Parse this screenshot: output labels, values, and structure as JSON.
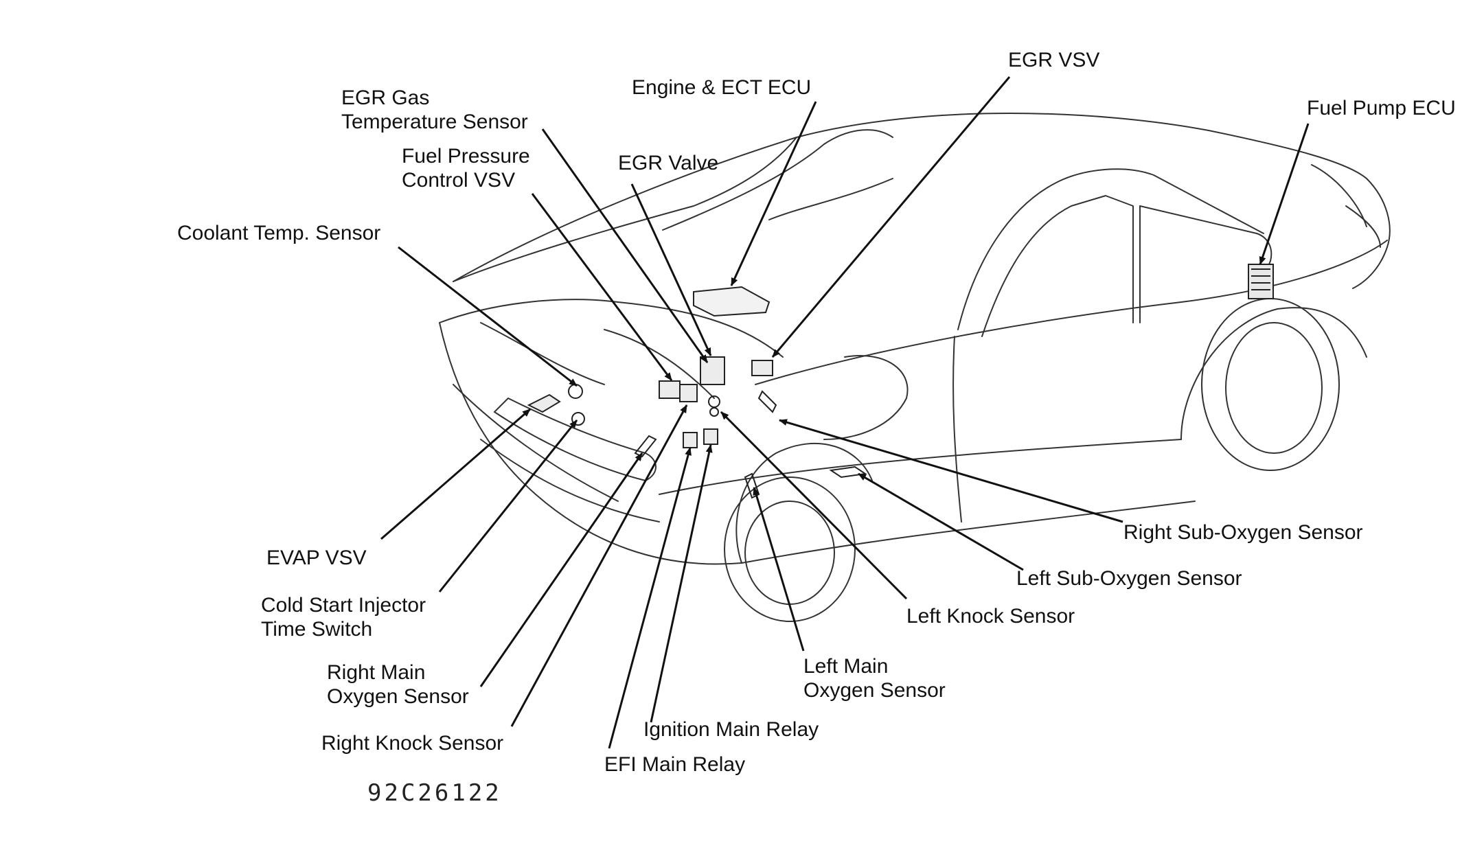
{
  "diagram": {
    "figure_code": "92C26122",
    "labels": {
      "egr_vsv": "EGR VSV",
      "engine_ect_ecu": "Engine & ECT ECU",
      "egr_gas_temp_sensor": "EGR Gas\nTemperature Sensor",
      "fuel_pressure_control_vsv": "Fuel Pressure\nControl VSV",
      "egr_valve": "EGR Valve",
      "coolant_temp_sensor": "Coolant Temp. Sensor",
      "fuel_pump_ecu": "Fuel Pump ECU",
      "right_sub_oxygen_sensor": "Right Sub-Oxygen Sensor",
      "left_sub_oxygen_sensor": "Left Sub-Oxygen Sensor",
      "left_knock_sensor": "Left Knock Sensor",
      "left_main_oxygen_sensor": "Left Main\nOxygen Sensor",
      "ignition_main_relay": "Ignition Main Relay",
      "efi_main_relay": "EFI Main Relay",
      "right_knock_sensor": "Right Knock Sensor",
      "right_main_oxygen_sensor": "Right Main\nOxygen Sensor",
      "cold_start_injector_time_switch": "Cold Start Injector\nTime Switch",
      "evap_vsv": "EVAP VSV"
    }
  }
}
